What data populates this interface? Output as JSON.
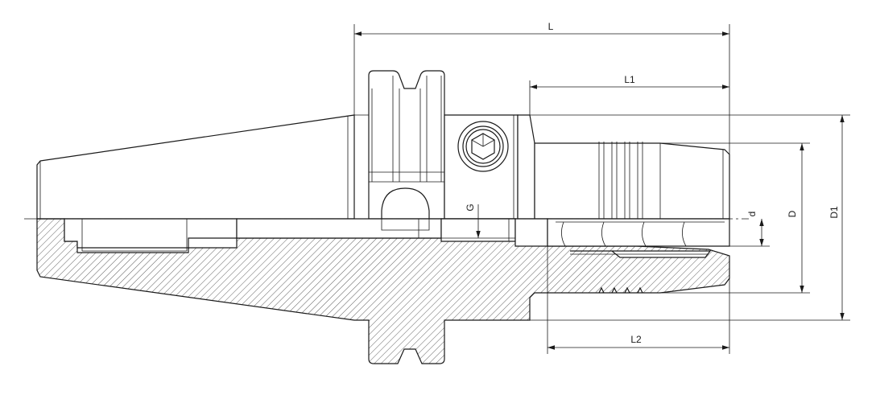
{
  "labels": {
    "L": "L",
    "L1": "L1",
    "L2": "L2",
    "G": "G",
    "d": "d",
    "D": "D",
    "D1": "D1"
  },
  "colors": {
    "line": "#1a1a1a",
    "background": "#ffffff"
  }
}
